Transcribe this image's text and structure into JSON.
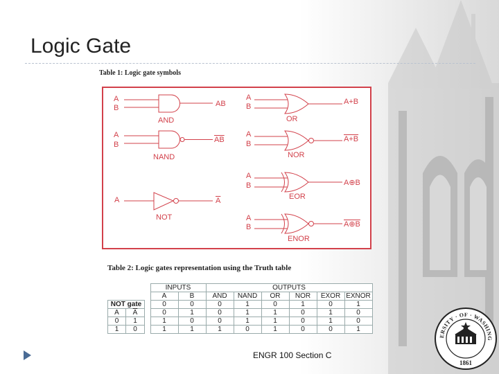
{
  "slide": {
    "title": "Logic Gate",
    "footer": "ENGR 100 Section C"
  },
  "table1": {
    "caption": "Table 1: Logic gate symbols",
    "gates": {
      "and": {
        "inputs": [
          "A",
          "B"
        ],
        "output": "AB",
        "name": "AND"
      },
      "nand": {
        "inputs": [
          "A",
          "B"
        ],
        "output": "AB",
        "name": "NAND"
      },
      "not": {
        "inputs": [
          "A"
        ],
        "output": "A",
        "name": "NOT"
      },
      "or": {
        "inputs": [
          "A",
          "B"
        ],
        "output": "A+B",
        "name": "OR"
      },
      "nor": {
        "inputs": [
          "A",
          "B"
        ],
        "output": "A+B",
        "name": "NOR"
      },
      "xor": {
        "inputs": [
          "A",
          "B"
        ],
        "output": "A⊕B",
        "name": "EOR"
      },
      "xnor": {
        "inputs": [
          "A",
          "B"
        ],
        "output": "A⊕B",
        "name": "ENOR"
      }
    }
  },
  "table2": {
    "caption": "Table 2: Logic gates representation using the Truth table",
    "group_headers": {
      "inputs": "INPUTS",
      "outputs": "OUTPUTS"
    },
    "columns": [
      "A",
      "B",
      "AND",
      "NAND",
      "OR",
      "NOR",
      "EXOR",
      "EXNOR"
    ],
    "rows": [
      [
        "0",
        "0",
        "0",
        "1",
        "0",
        "1",
        "0",
        "1"
      ],
      [
        "0",
        "1",
        "0",
        "1",
        "1",
        "0",
        "1",
        "0"
      ],
      [
        "1",
        "0",
        "0",
        "1",
        "1",
        "0",
        "1",
        "0"
      ],
      [
        "1",
        "1",
        "1",
        "0",
        "1",
        "0",
        "0",
        "1"
      ]
    ],
    "not_gate": {
      "title": "NOT gate",
      "headers": [
        "A",
        "A"
      ],
      "rows": [
        [
          "0",
          "1"
        ],
        [
          "1",
          "0"
        ]
      ]
    }
  },
  "seal": {
    "top_text": "UNIVERSITY · OF · WASHINGTON",
    "year": "1861"
  }
}
